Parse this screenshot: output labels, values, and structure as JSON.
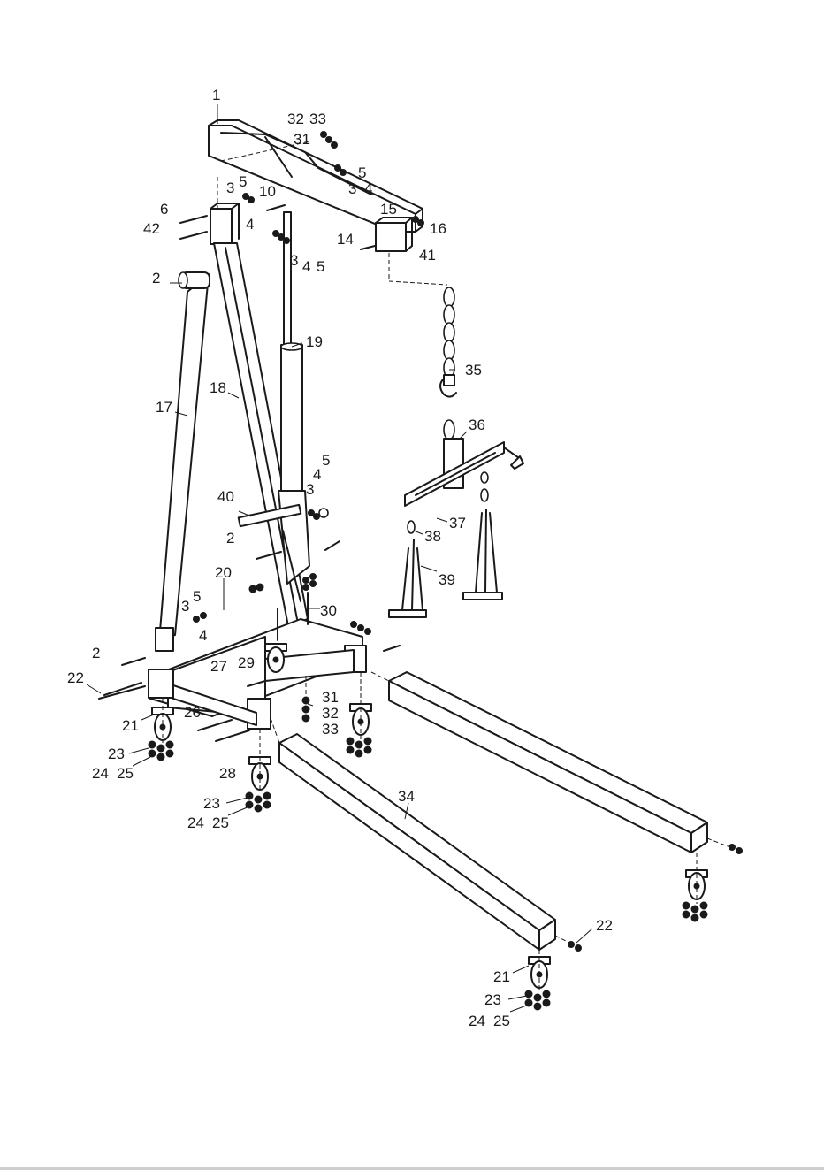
{
  "diagram": {
    "callouts": [
      "1",
      "2",
      "2",
      "2",
      "3",
      "3",
      "3",
      "3",
      "3",
      "4",
      "4",
      "4",
      "4",
      "4",
      "5",
      "5",
      "5",
      "5",
      "5",
      "6",
      "10",
      "14",
      "15",
      "16",
      "17",
      "18",
      "19",
      "20",
      "21",
      "21",
      "22",
      "22",
      "23",
      "23",
      "23",
      "24",
      "24",
      "24",
      "25",
      "25",
      "25",
      "26",
      "27",
      "28",
      "29",
      "30",
      "31",
      "31",
      "32",
      "32",
      "33",
      "33",
      "34",
      "35",
      "36",
      "37",
      "38",
      "39",
      "40",
      "41",
      "42"
    ]
  }
}
